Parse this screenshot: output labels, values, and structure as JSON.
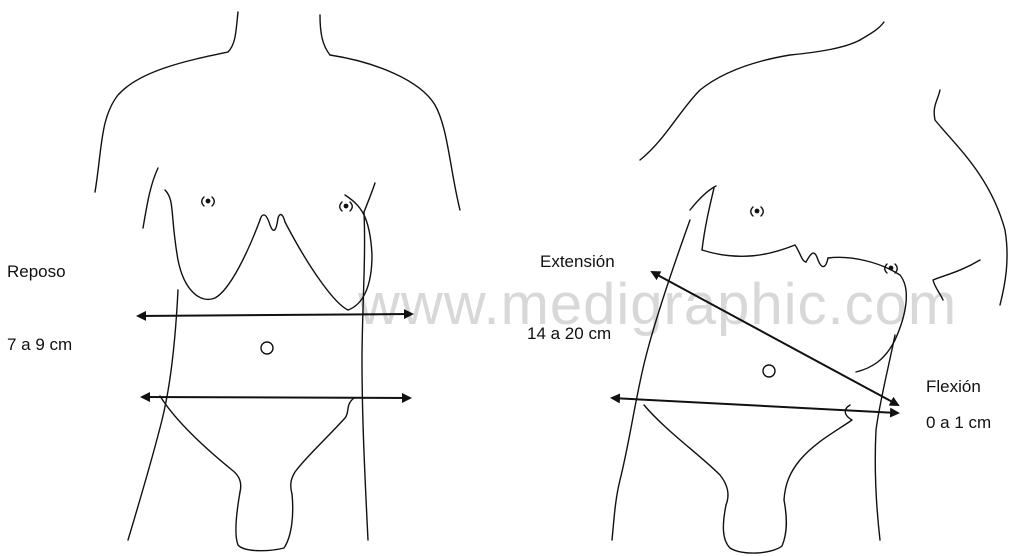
{
  "watermark": "www.medigraphic.com",
  "left_figure": {
    "state_label": "Reposo",
    "measure_label": "7 a 9 cm"
  },
  "right_figure": {
    "extension_label": "Extensión",
    "extension_measure": "14 a 20 cm",
    "flexion_label": "Flexión",
    "flexion_measure": "0 a 1 cm"
  },
  "colors": {
    "line": "#111111",
    "watermark": "#d8d8d8",
    "background": "#ffffff"
  }
}
